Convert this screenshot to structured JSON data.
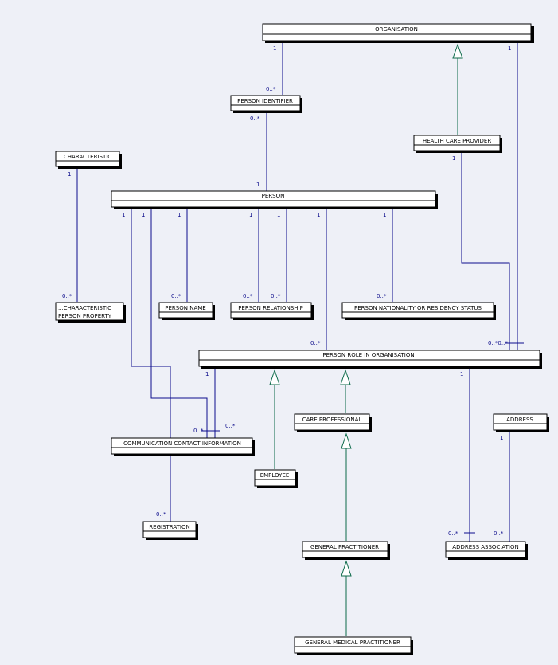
{
  "entities": {
    "organisation": "ORGANISATION",
    "person_identifier": "PERSON IDENTIFIER",
    "health_care_provider": "HEALTH CARE PROVIDER",
    "characteristic": "CHARACTERISTIC",
    "person": "PERSON",
    "characteristic_person_property": [
      "...CHARACTERISTIC",
      "PERSON PROPERTY"
    ],
    "person_name": "PERSON NAME",
    "person_relationship": "PERSON RELATIONSHIP",
    "person_nationality": "PERSON NATIONALITY OR RESIDENCY STATUS",
    "person_role": "PERSON ROLE IN ORGANISATION",
    "care_professional": "CARE PROFESSIONAL",
    "address": "ADDRESS",
    "communication_contact": "COMMUNICATION CONTACT INFORMATION",
    "employee": "EMPLOYEE",
    "registration": "REGISTRATION",
    "general_practitioner": "GENERAL PRACTITIONER",
    "address_association": "ADDRESS ASSOCIATION",
    "general_medical_practitioner": "GENERAL MEDICAL PRACTITIONER"
  },
  "multiplicities": {
    "one": "1",
    "many": "0..*",
    "many_many": "0..*0..*"
  },
  "colors": {
    "background": "#eef0f7",
    "association_line": "#0c0c8c",
    "generalization_line": "#0c6a4a"
  }
}
